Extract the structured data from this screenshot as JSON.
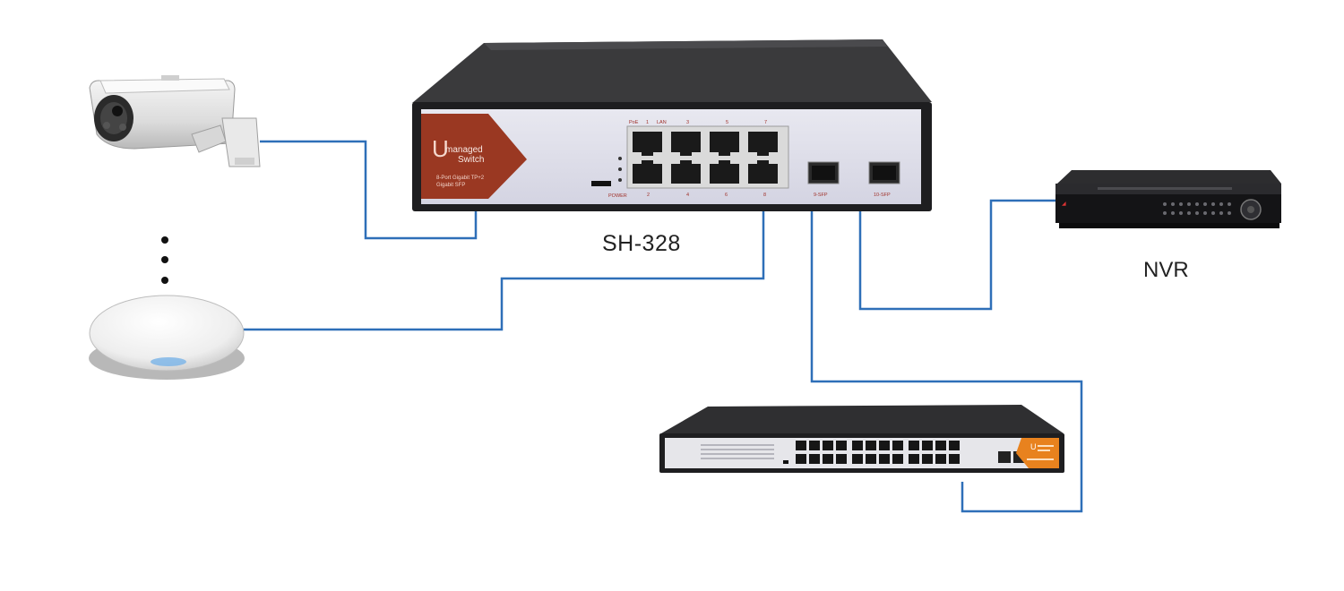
{
  "diagram": {
    "main_switch": {
      "name": "SH-328",
      "brand_line1": "managed",
      "brand_line2": "Switch",
      "desc_line1": "8-Port Gigabit TP+2",
      "desc_line2": "Gigabit SFP",
      "port_labels_top": [
        "PoE",
        "1",
        "LAN",
        "3",
        "5",
        "7"
      ],
      "port_labels_bottom": [
        "2",
        "4",
        "6",
        "8"
      ],
      "power_label": "POWER",
      "sfp_labels": [
        "9-SFP",
        "10-SFP"
      ]
    },
    "nvr": {
      "name": "NVR"
    },
    "link_color": "#2e6fb8",
    "brand_color": "#9a3822",
    "accent_orange": "#e8821e"
  }
}
